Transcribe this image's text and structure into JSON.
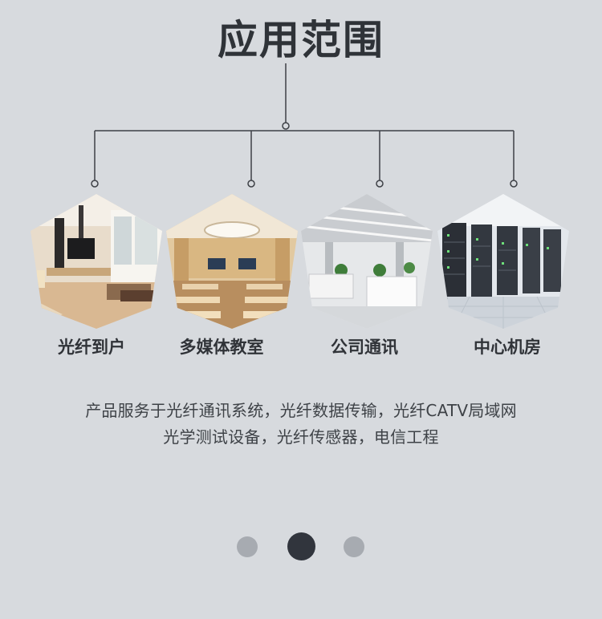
{
  "header": {
    "title": "应用范围"
  },
  "applications": [
    {
      "label": "光纤到户"
    },
    {
      "label": "多媒体教室"
    },
    {
      "label": "公司通讯"
    },
    {
      "label": "中心机房"
    }
  ],
  "description": {
    "line1": "产品服务于光纤通讯系统，光纤数据传输，光纤CATV局域网",
    "line2": "光学测试设备，光纤传感器，电信工程"
  },
  "carousel": {
    "total_slides": 3,
    "active_index": 1
  },
  "colors": {
    "background": "#d7dade",
    "title": "#2f3338",
    "connector": "#3d4046",
    "dot_active": "#31353d",
    "dot_inactive": "#a7abb1"
  }
}
